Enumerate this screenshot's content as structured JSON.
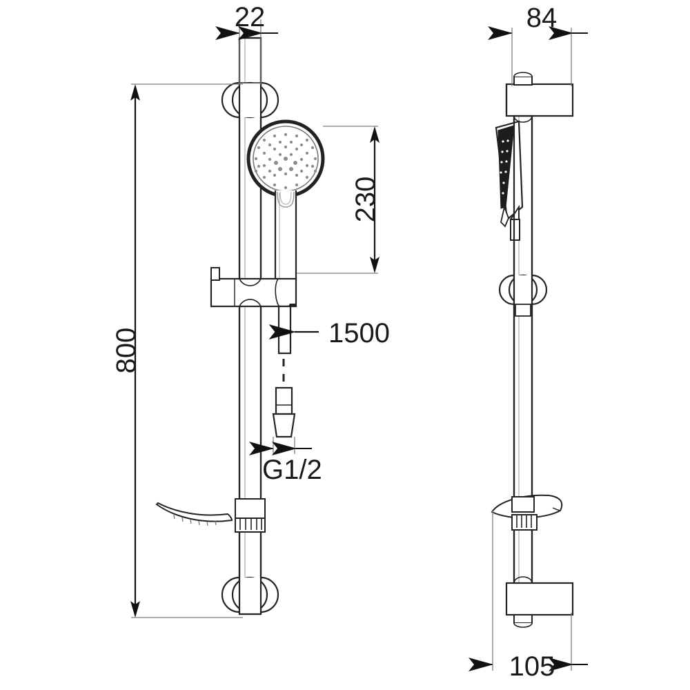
{
  "drawing": {
    "title": "Shower rail set technical dimension drawing",
    "units": "mm",
    "line_color": "#222222",
    "thin_line_color": "#6f6f6f",
    "fill_color": "#ffffff",
    "background": "#ffffff",
    "views": [
      {
        "name": "front-view",
        "label": ""
      },
      {
        "name": "side-view",
        "label": ""
      }
    ]
  },
  "dimensions": {
    "rail_diameter": "22",
    "overall_height": "800",
    "handset_height": "230",
    "hose_length": "1500",
    "thread_size": "G1/2",
    "bracket_depth": "84",
    "base_depth": "105"
  },
  "labels": {
    "d22": "22",
    "d800": "800",
    "d230": "230",
    "d1500": "1500",
    "dG12": "G1/2",
    "d84": "84",
    "d105": "105"
  }
}
